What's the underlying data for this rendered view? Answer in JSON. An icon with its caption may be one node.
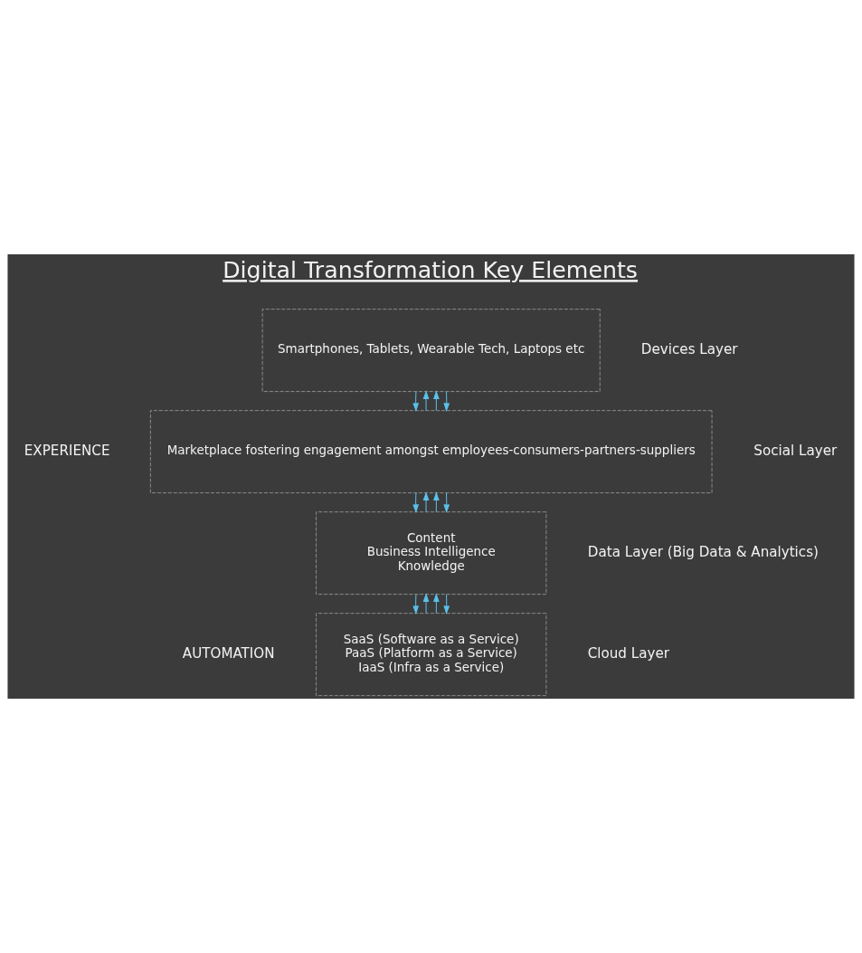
{
  "diagram": {
    "title": "Digital Transformation Key Elements",
    "nodes": [
      {
        "text": [
          "Smartphones, Tablets, Wearable Tech, Laptops etc"
        ],
        "beside": [
          "Devices Layer"
        ]
      },
      {
        "text": [
          "Marketplace fostering engagement amongst employees-consumers-partners-suppliers"
        ],
        "beside": [
          "Social Layer"
        ]
      },
      {
        "text": [
          "Content",
          "Business Intelligence",
          "Knowledge"
        ],
        "beside": [
          "Data Layer (Big Data & Analytics)"
        ]
      },
      {
        "text": [
          "SaaS (Software as a Service)",
          "PaaS (Platform as a Service)",
          "IaaS (Infra as a Service)"
        ],
        "beside": [
          "Cloud Layer"
        ]
      }
    ],
    "edges": [
      {
        "from": 1,
        "to": 0,
        "arrow": "to"
      },
      {
        "from": 0,
        "to": 1,
        "arrow": "to"
      },
      {
        "from": 1,
        "to": 0,
        "arrow": "to"
      },
      {
        "from": 0,
        "to": 1,
        "arrow": "to"
      },
      {
        "from": 2,
        "to": 1,
        "arrow": "to"
      },
      {
        "from": 1,
        "to": 2,
        "arrow": "to"
      },
      {
        "from": 2,
        "to": 1,
        "arrow": "to"
      },
      {
        "from": 1,
        "to": 2,
        "arrow": "to"
      },
      {
        "from": 3,
        "to": 2,
        "arrow": "to"
      },
      {
        "from": 2,
        "to": 3,
        "arrow": "to"
      },
      {
        "from": 3,
        "to": 2,
        "arrow": "to"
      },
      {
        "from": 2,
        "to": 3,
        "arrow": "to"
      }
    ],
    "labels": [
      "EXPERIENCE",
      "AUTOMATION"
    ]
  }
}
